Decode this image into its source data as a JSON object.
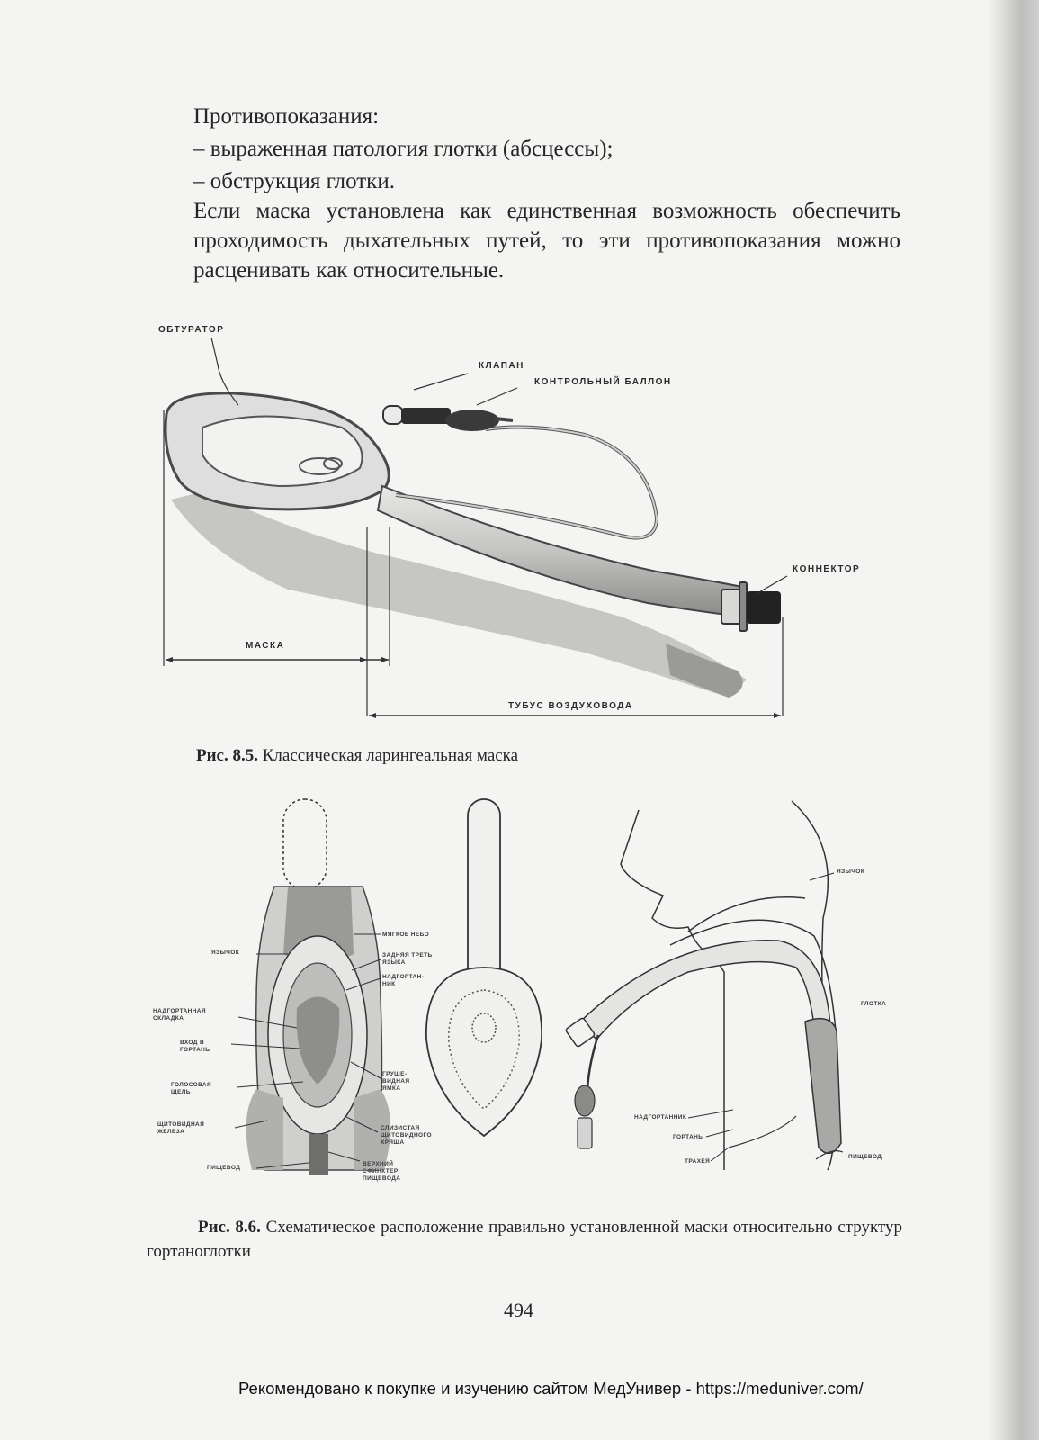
{
  "text": {
    "contra_title": "Противопоказания:",
    "contra_1": "– выраженная патология глотки (абсцессы);",
    "contra_2": "– обструкция глотки.",
    "paragraph": "Если маска установлена как единственная возможность обеспечить проходимость дыхательных путей, то эти противопоказания можно расценивать как относительные."
  },
  "figure_8_5": {
    "labels": {
      "obturator": "ОБТУРАТОР",
      "valve": "КЛАПАН",
      "control_balloon": "КОНТРОЛЬНЫЙ БАЛЛОН",
      "connector": "КОННЕКТОР",
      "mask": "МАСКА",
      "tube": "ТУБУС ВОЗДУХОВОДА"
    },
    "caption_num": "Рис. 8.5.",
    "caption_text": "Классическая ларингеальная маска"
  },
  "figure_8_6": {
    "left_labels": {
      "tongue": "ЯЗЫЧОК",
      "epiglottis": "НАДГОРТАННАЯ\nСКЛАДКА",
      "larynx_entry": "ВХОД В\nГОРТАНЬ",
      "glottis": "ГОЛОСОВАЯ\nЩЕЛЬ",
      "thyroid": "ЩИТОВИДНАЯ\nЖЕЛЕЗА",
      "esophagus": "ПИЩЕВОД"
    },
    "right_labels": {
      "soft_palate": "МЯГКОЕ НЕБО",
      "tongue_back": "ЗАДНЯЯ ТРЕТЬ\nЯЗЫКА",
      "epiglottis": "НАДГОРТАН-\nНИК",
      "piriform": "ГРУШЕ-\nВИДНАЯ\nЯМКА",
      "cricoid": "СЛИЗИСТАЯ\nЩИТОВИДНОГО\nХРЯЩА",
      "sphincter": "ВЕРХНИЙ\nСФИНКТЕР\nПИЩЕВОДА"
    },
    "side_labels": {
      "uvula": "ЯЗЫЧОК",
      "pharynx": "ГЛОТКА",
      "epiglottis": "НАДГОРТАННИК",
      "larynx": "ГОРТАНЬ",
      "trachea": "ТРАХЕЯ",
      "esophagus": "ПИЩЕВОД"
    },
    "caption_num": "Рис. 8.6.",
    "caption_text": "Схематическое расположение правильно установленной маски относительно структур гортаноглотки"
  },
  "page_number": "494",
  "footer": "Рекомендовано к покупке и изучению сайтом МедУнивер - https://meduniver.com/"
}
